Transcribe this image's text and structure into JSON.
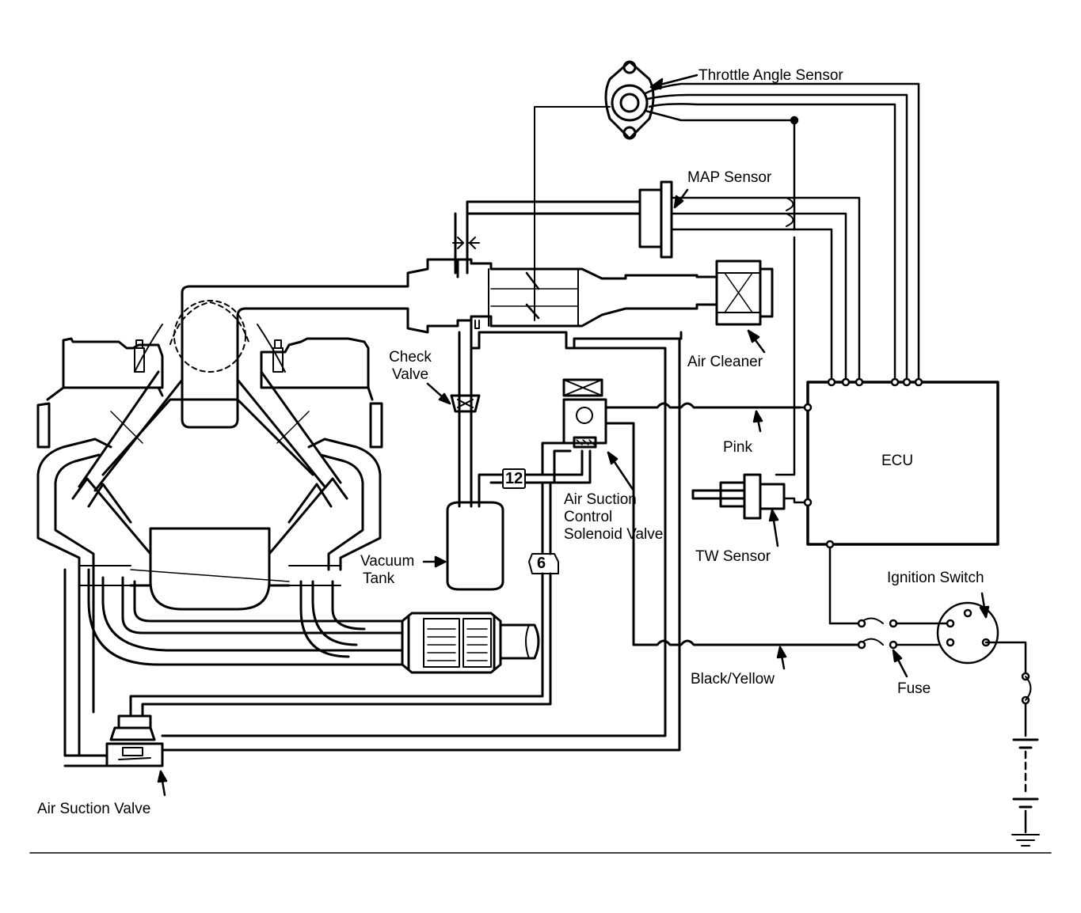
{
  "labels": {
    "throttle_angle_sensor": "Throttle Angle Sensor",
    "map_sensor": "MAP Sensor",
    "air_cleaner": "Air Cleaner",
    "check_valve": [
      "Check",
      "Valve"
    ],
    "vacuum_tank": [
      "Vacuum",
      "Tank"
    ],
    "air_suction_control_solenoid_valve": [
      "Air Suction",
      "Control",
      "Solenoid Valve"
    ],
    "pink": "Pink",
    "ecu": "ECU",
    "tw_sensor": "TW Sensor",
    "ignition_switch": "Ignition Switch",
    "black_yellow": "Black/Yellow",
    "fuse": "Fuse",
    "air_suction_valve": "Air Suction Valve"
  },
  "hose_numbers": {
    "hose_12": "12",
    "hose_6": "6"
  },
  "colors": {
    "ink": "#000000",
    "paper": "#ffffff"
  }
}
